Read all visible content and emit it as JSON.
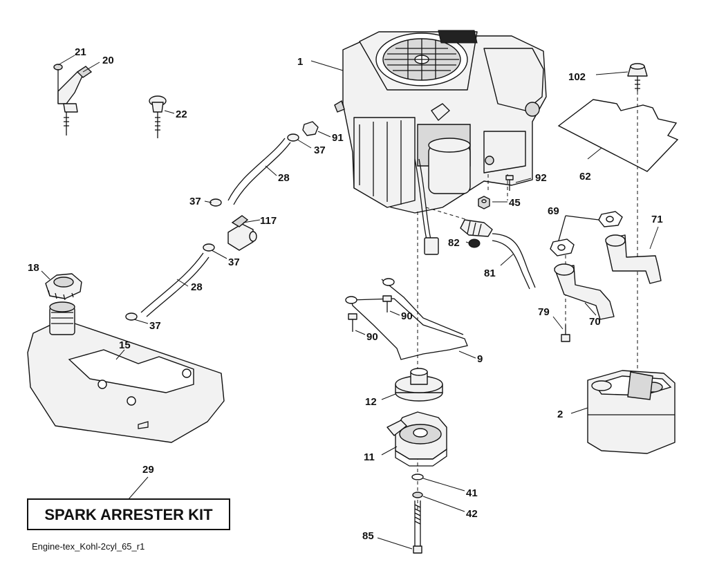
{
  "diagram": {
    "callouts": {
      "c1": "1",
      "c2": "2",
      "c9": "9",
      "c11": "11",
      "c12": "12",
      "c15": "15",
      "c18": "18",
      "c20": "20",
      "c21": "21",
      "c22": "22",
      "c28a": "28",
      "c28b": "28",
      "c29": "29",
      "c37a": "37",
      "c37b": "37",
      "c37c": "37",
      "c37d": "37",
      "c41": "41",
      "c42": "42",
      "c45": "45",
      "c62": "62",
      "c69": "69",
      "c70": "70",
      "c71": "71",
      "c79": "79",
      "c81": "81",
      "c82": "82",
      "c85": "85",
      "c90a": "90",
      "c90b": "90",
      "c91": "91",
      "c92": "92",
      "c102": "102",
      "c117": "117"
    },
    "kit_label": "SPARK ARRESTER KIT",
    "caption": "Engine-tex_Kohl-2cyl_65_r1"
  }
}
